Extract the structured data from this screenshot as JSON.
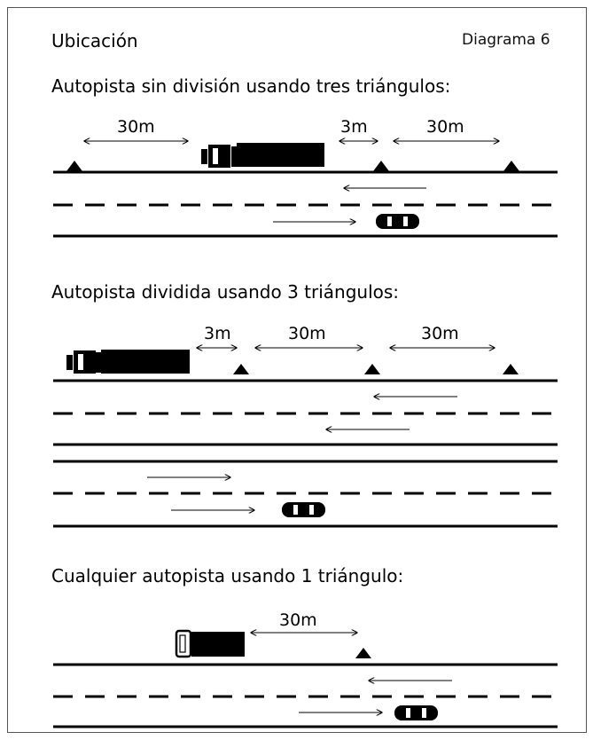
{
  "header": {
    "location_label": "Ubicación",
    "diagram_label": "Diagrama 6"
  },
  "sections": [
    {
      "title": "Autopista sin división usando tres triángulos:",
      "distances": [
        "30m",
        "3m",
        "30m"
      ]
    },
    {
      "title": "Autopista dividida usando 3 triángulos:",
      "distances": [
        "3m",
        "30m",
        "30m"
      ]
    },
    {
      "title": "Cualquier autopista usando 1 triángulo:",
      "distances": [
        "30m"
      ]
    }
  ],
  "colors": {
    "ink": "#000000",
    "lane_dash": "#111111",
    "frame": "#555555",
    "lane_gap": "#cfe7ef"
  }
}
